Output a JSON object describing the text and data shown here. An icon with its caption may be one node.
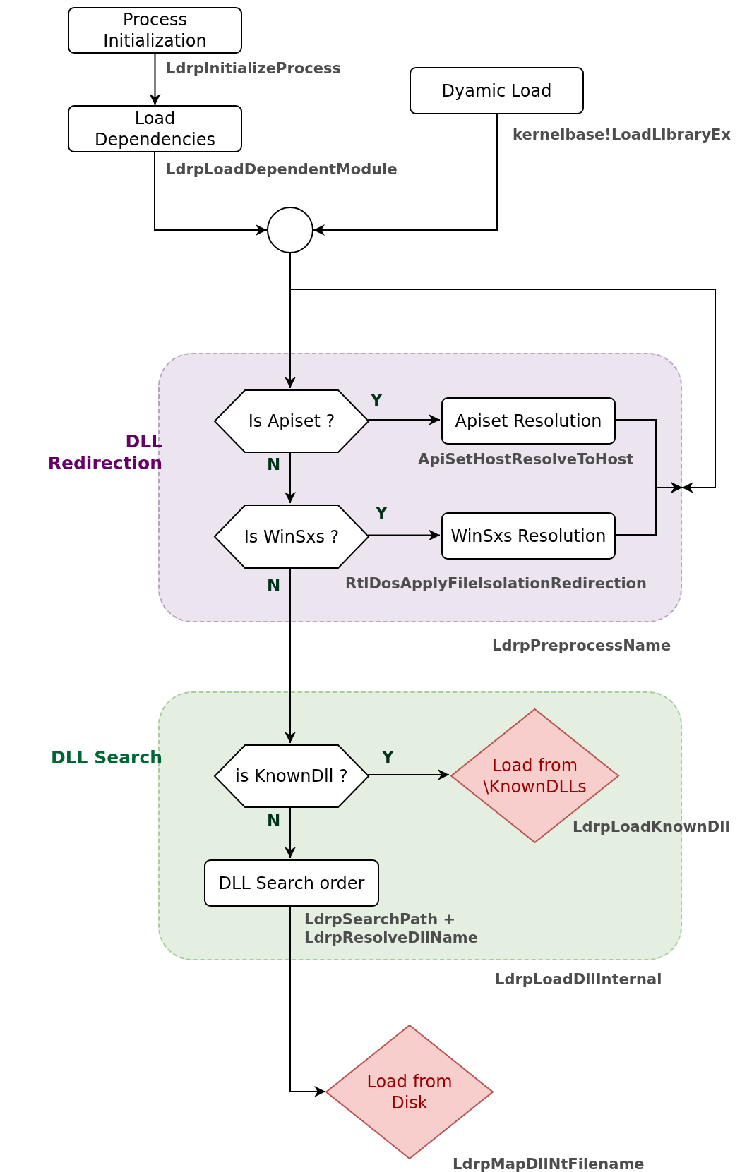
{
  "diagram": {
    "nodes": [
      {
        "text": [
          "Process Initialization"
        ]
      },
      {
        "text": [
          "Load Dependencies"
        ]
      },
      {
        "text": [
          "Dyamic Load"
        ]
      },
      {
        "text": [],
        "shape": "circle"
      },
      {
        "text": [
          "DLL Redirection"
        ],
        "beside": [
          "LdrpPreprocessName"
        ]
      },
      {
        "text": [
          "Is Apiset ?"
        ],
        "in": 4
      },
      {
        "text": [
          "Apiset Resolution"
        ],
        "in": 4,
        "beside": [
          "ApiSetHostResolveToHost"
        ]
      },
      {
        "text": [
          "Is WinSxs ?"
        ],
        "in": 4
      },
      {
        "text": [
          "WinSxs Resolution"
        ],
        "in": 4,
        "beside": [
          "RtlDosApplyFileIsolationRedirection"
        ]
      },
      {
        "text": [
          "DLL Search"
        ],
        "beside": [
          "LdrpLoadDllInternal"
        ]
      },
      {
        "text": [
          "is KnownDll ?"
        ],
        "in": 9
      },
      {
        "text": [
          "Load from \\KnownDLLs"
        ],
        "in": 9,
        "beside": [
          "LdrpLoadKnownDll"
        ]
      },
      {
        "text": [
          "DLL Search order"
        ],
        "in": 9
      },
      {
        "text": [
          "Load from Disk"
        ],
        "beside": [
          "LdrpMapDllNtFilename"
        ]
      }
    ],
    "edges": [
      {
        "from": 0,
        "to": 1,
        "arrow": "to",
        "label": "LdrpInitializeProcess"
      },
      {
        "from": 1,
        "to": 3,
        "arrow": "to",
        "label": "LdrpLoadDependentModule"
      },
      {
        "from": 2,
        "to": 3,
        "arrow": "to",
        "label": "kernelbase!LoadLibraryEx"
      },
      {
        "from": 3,
        "to": 5,
        "arrow": "to"
      },
      {
        "from": 3,
        "to": 4,
        "arrow": "to"
      },
      {
        "from": 5,
        "to": 6,
        "arrow": "to",
        "label": "Y"
      },
      {
        "from": 5,
        "to": 7,
        "arrow": "to",
        "label": "N"
      },
      {
        "from": 7,
        "to": 8,
        "arrow": "to",
        "label": "Y"
      },
      {
        "from": 6,
        "to": 4,
        "arrow": "to"
      },
      {
        "from": 8,
        "to": 4,
        "arrow": "to"
      },
      {
        "from": 7,
        "to": 10,
        "arrow": "to",
        "label": "N"
      },
      {
        "from": 10,
        "to": 11,
        "arrow": "to",
        "label": "Y"
      },
      {
        "from": 10,
        "to": 12,
        "arrow": "to",
        "label": "N"
      },
      {
        "from": 12,
        "to": 13,
        "arrow": "to",
        "label": "LdrpSearchPath + LdrpResolveDllName"
      }
    ]
  }
}
